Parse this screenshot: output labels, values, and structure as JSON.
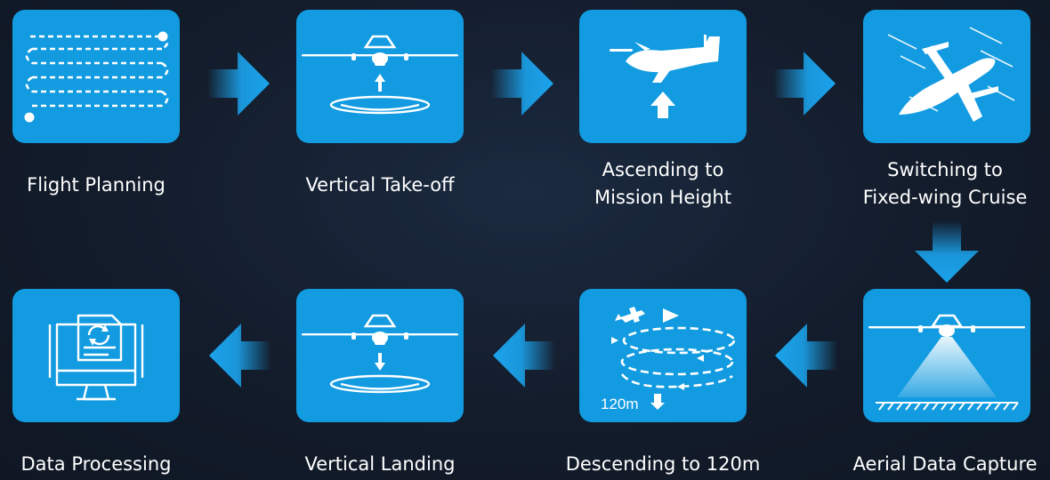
{
  "steps": [
    {
      "id": "flight-planning",
      "label": "Flight Planning",
      "icon": "route-plan-icon"
    },
    {
      "id": "vertical-take-off",
      "label": "Vertical Take-off",
      "icon": "drone-takeoff-icon"
    },
    {
      "id": "ascending",
      "label_line1": "Ascending to",
      "label_line2": "Mission Height",
      "icon": "drone-ascend-icon"
    },
    {
      "id": "switching",
      "label_line1": "Switching to",
      "label_line2": "Fixed-wing Cruise",
      "icon": "fixed-wing-cruise-icon"
    },
    {
      "id": "aerial-data-capture",
      "label": "Aerial Data Capture",
      "icon": "camera-capture-icon"
    },
    {
      "id": "descending",
      "label": "Descending to 120m",
      "icon": "spiral-descent-icon",
      "altitude_tag": "120m"
    },
    {
      "id": "vertical-landing",
      "label": "Vertical Landing",
      "icon": "drone-landing-icon"
    },
    {
      "id": "data-processing",
      "label": "Data Processing",
      "icon": "computer-sync-icon"
    }
  ],
  "colors": {
    "tile": "#129be0",
    "background": "#131c2b",
    "arrow": "#1ba3ec",
    "text": "#ffffff"
  }
}
